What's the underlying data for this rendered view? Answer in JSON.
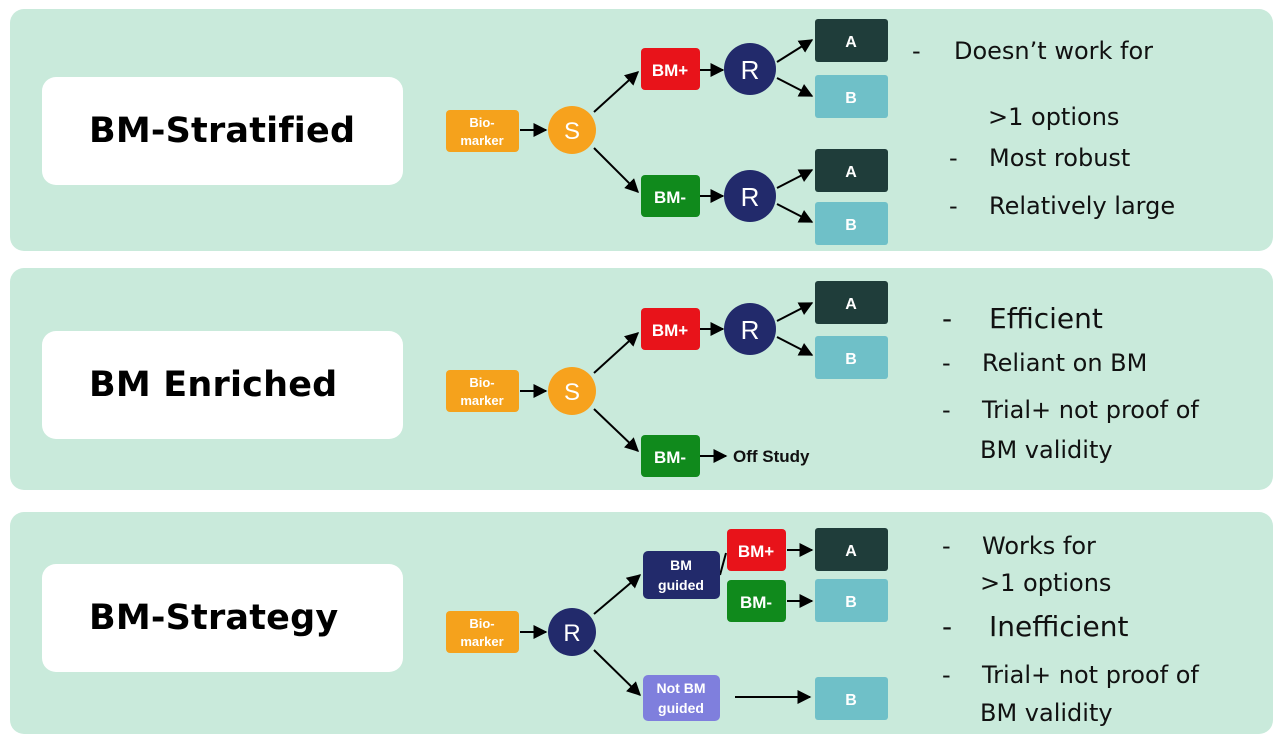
{
  "designs": [
    {
      "title": "BM-Stratified",
      "biomarker": "Bio-\nmarker",
      "split_node": "S",
      "pos_node": "BM+",
      "neg_node": "BM-",
      "rand_node": "R",
      "arm_a": "A",
      "arm_b": "B",
      "notes": [
        "Doesn’t work for",
        ">1 options",
        "Most robust",
        "Relatively large"
      ]
    },
    {
      "title": "BM Enriched",
      "biomarker": "Bio-\nmarker",
      "split_node": "S",
      "pos_node": "BM+",
      "neg_node": "BM-",
      "rand_node": "R",
      "arm_a": "A",
      "arm_b": "B",
      "off_study": "Off Study",
      "notes": [
        "Efficient",
        "Reliant on BM",
        "Trial+ not proof of",
        "BM validity"
      ]
    },
    {
      "title": "BM-Strategy",
      "biomarker": "Bio-\nmarker",
      "rand_node": "R",
      "guided_node": "BM\nguided",
      "not_guided_node": "Not BM\nguided",
      "pos_node": "BM+",
      "neg_node": "BM-",
      "arm_a": "A",
      "arm_b": "B",
      "notes": [
        "Works for",
        ">1 options",
        "Inefficient",
        "Trial+ not proof of",
        "BM validity"
      ]
    }
  ],
  "colors": {
    "panel": "#c9eadb",
    "biomarker": "#f5a21c",
    "split": "#f7a21d",
    "bm_pos": "#e8131a",
    "bm_neg": "#108a1c",
    "rand": "#222a6b",
    "arm_a": "#1f3d3a",
    "arm_b": "#6fc0c8",
    "guided": "#222a6b",
    "not_guided": "#7f7fdd"
  }
}
